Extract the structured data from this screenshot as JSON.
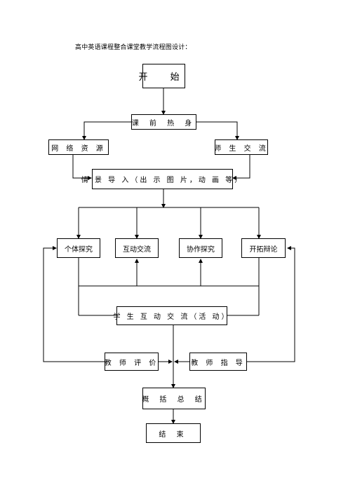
{
  "title": "高中英语课程整合课堂教学流程图设计：",
  "nodes": {
    "start": "开 始",
    "warmup": "课 前 热 身",
    "network": "网 络 资 源",
    "teacher_student": "师 生 交 流",
    "intro": "情 景 导 入（出 示 图 片，动 画 等）",
    "individual": "个体探究",
    "interactive": "互动交流",
    "collaborative": "协作探究",
    "debate": "开拓辩论",
    "student_interaction": "学 生 互 动 交 流（活 动）",
    "teacher_eval": "教 师 评 价",
    "teacher_guide": "教 师 指 导",
    "summary": "概 括 总 结",
    "end": "结 束"
  }
}
